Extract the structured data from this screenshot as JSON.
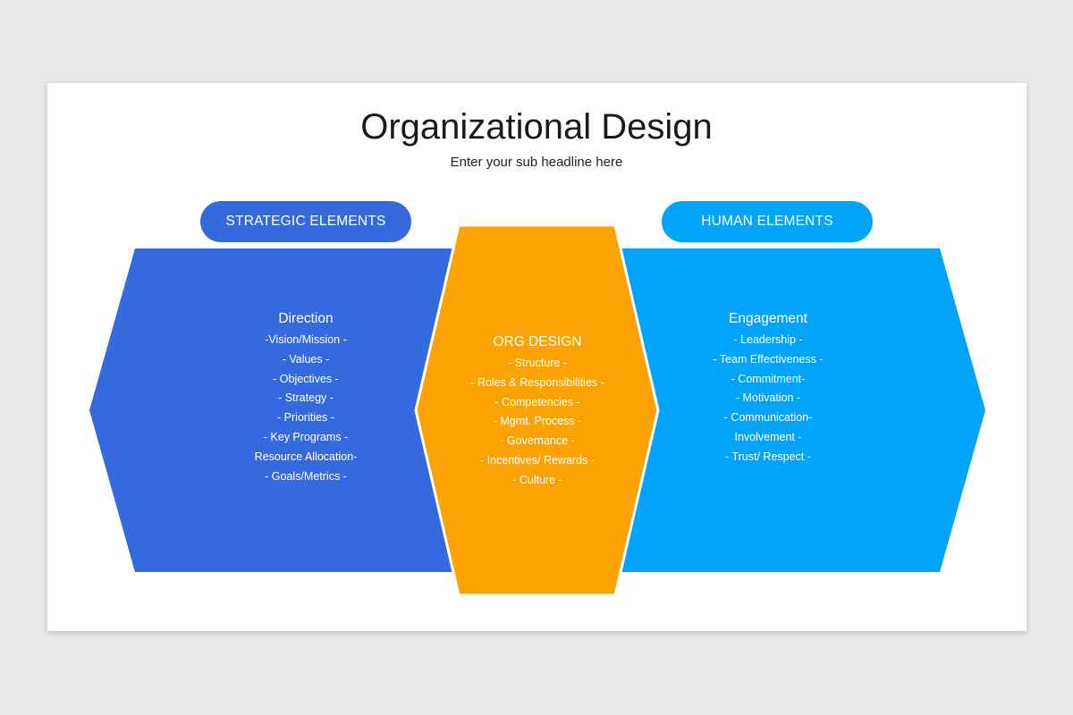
{
  "title": "Organizational Design",
  "subtitle": "Enter your sub headline here",
  "colors": {
    "strategic": "#3569de",
    "org": "#fba304",
    "human": "#02a4fa"
  },
  "left_pill": "STRATEGIC ELEMENTS",
  "right_pill": "HUMAN ELEMENTS",
  "left": {
    "heading": "Direction",
    "items": [
      "-Vision/Mission -",
      "- Values -",
      "- Objectives -",
      "- Strategy -",
      "- Priorities -",
      "- Key Programs -",
      "Resource Allocation-",
      "- Goals/Metrics -"
    ]
  },
  "center": {
    "heading": "ORG DESIGN",
    "items": [
      "- Structure -",
      "- Roles & Responsibilities -",
      "- Competencies -",
      "- Mgmt. Process -",
      "- Governance -",
      "- Incentives/ Rewards -",
      "- Culture -"
    ]
  },
  "right": {
    "heading": "Engagement",
    "items": [
      "- Leadership -",
      "- Team Effectiveness -",
      "- Commitment-",
      "- Motivation -",
      "- Communication-",
      "Involvement -",
      "- Trust/ Respect -"
    ]
  }
}
